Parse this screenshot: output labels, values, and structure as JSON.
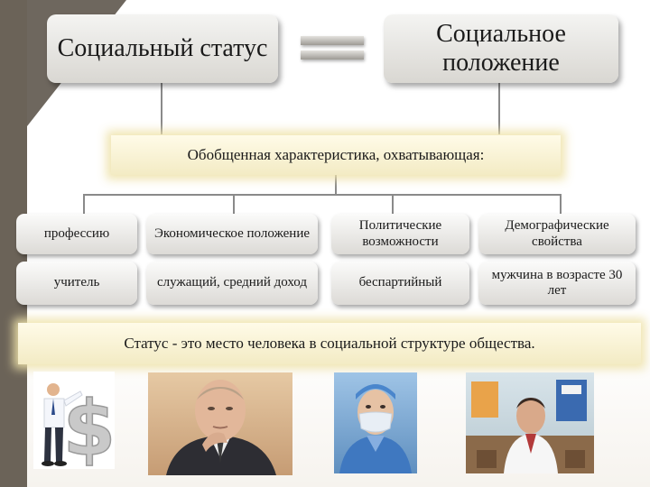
{
  "title_left": "Социальный статус",
  "title_right": "Социальное положение",
  "subtitle": "Обобщенная характеристика, охватывающая:",
  "grid": {
    "row1": [
      "профессию",
      "Экономическое положение",
      "Политические возможности",
      "Демографические свойства"
    ],
    "row2": [
      "учитель",
      "служащий, средний доход",
      "беспартийный",
      "мужчина в возрасте 30 лет"
    ]
  },
  "definition": "Статус - это место человека в социальной структуре общества.",
  "photos": [
    "businessman-with-dollar-sign",
    "man-in-suit-portrait",
    "doctor-in-surgical-mask",
    "man-in-classroom"
  ]
}
